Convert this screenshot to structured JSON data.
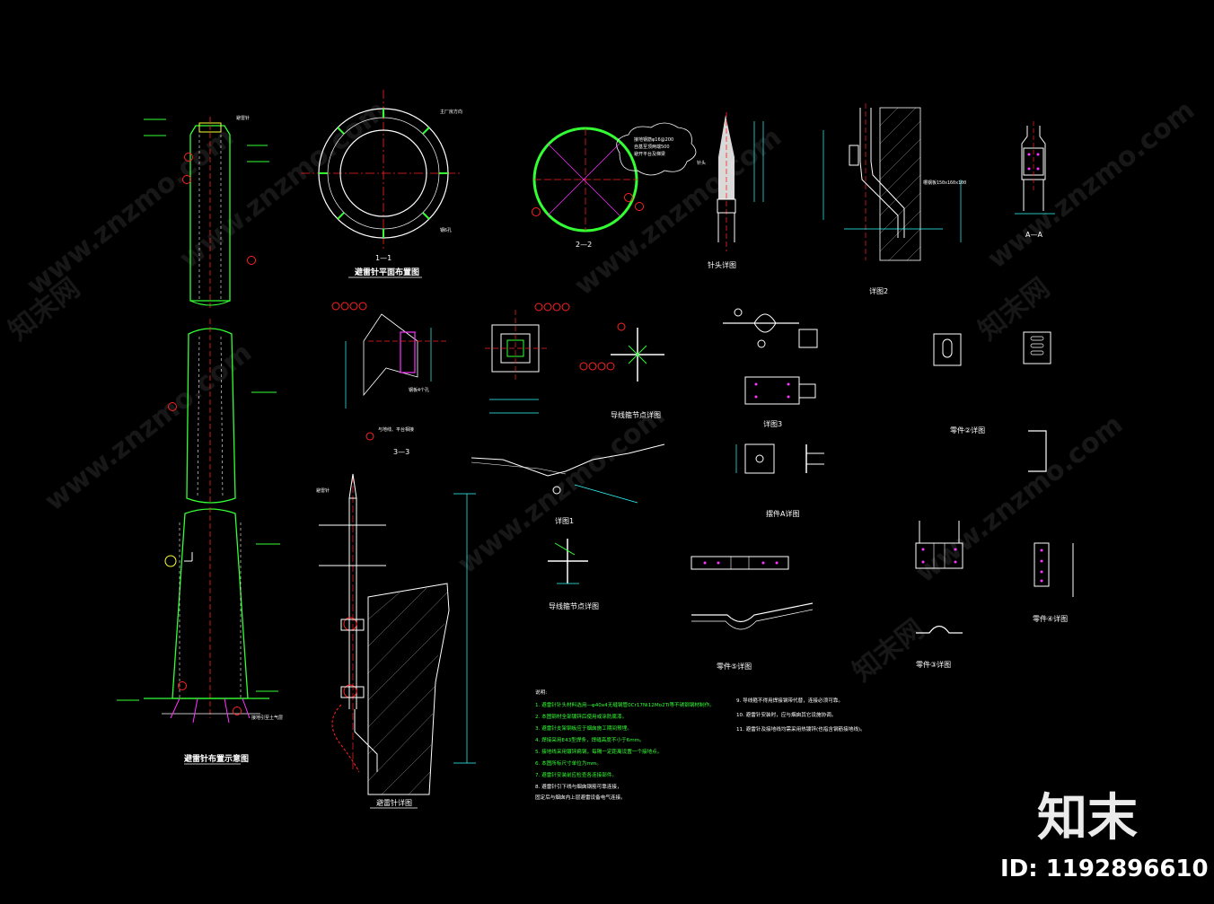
{
  "titles": {
    "layout": "避雷针布置示意图",
    "plan": "避雷针平面布置图",
    "section_1_1": "1—1",
    "section_2_2": "2—2",
    "tip_detail": "针头详图",
    "detail_2": "详图2",
    "section_a_a": "A—A",
    "section_3_3": "3—3",
    "joint_detail": "导线箍节点详图",
    "detail_3": "详图3",
    "part_2_detail": "零件②详图",
    "detail_1": "详图1",
    "plate_a_detail": "摆件A详图",
    "joint_point_detail": "导线箍节点详图",
    "rod_detail": "避雷针详图",
    "part_5_detail": "零件⑤详图",
    "part_3_detail": "零件③详图",
    "part_4_detail": "零件④详图"
  },
  "annotations": {
    "plant_north": "主厂房方向",
    "anchor_holes": "钢6孔",
    "bolt_hole": "钢板4个孔",
    "ground_wire": "与地线、平台相接",
    "bubble": "接地钢筋φ16@200\n自基至顶两端500\n避开平台及梯梁",
    "steel_plate": "槽钢板150x160x100",
    "rod": "针头",
    "rod_2": "避雷针",
    "ground_detail": "接地引至土气层",
    "grounding": "接地"
  },
  "notes_title": "说明:",
  "notes_left": [
    "1. 避雷针针头材料选用—φ40x4无缝钢管0Cr17Ni12Mo2Ti等不锈钢钢材制作。",
    "2. 本图钢材全部镀锌后使用或涂防腐漆。",
    "3. 避雷针支架钢板应于烟囱施工期间预埋。",
    "4. 焊接采用E43型焊条，焊缝高度不小于6mm。",
    "5. 接地线采用镀锌扁钢，每隔一定距离设置一个接地点。",
    "6. 本图所标尺寸单位为mm。",
    "7. 避雷针安装前应检查各连接部件。",
    "8. 避雷针引下线与烟囱钢筋可靠连接，",
    "   固定后与烟囱内上层避雷设备电气连接。"
  ],
  "notes_right": [
    "9. 导线箍不得用焊接钢带代替，连接必须可靠。",
    "10. 避雷针安装时，应与烟囱其它设施协调。",
    "11. 避雷针及接地线均需采用热镀锌(也指含钢筋接地线)。"
  ],
  "watermark": "www.znzmo.com",
  "watermark_cn": "知末网",
  "brand": "知末",
  "image_id": "ID: 1192896610",
  "colors": {
    "background": "#000000",
    "green": "#33ff33",
    "red": "#ff2222",
    "magenta": "#ff33ff",
    "cyan": "#33ffff",
    "yellow": "#ffff33",
    "white": "#ffffff"
  }
}
